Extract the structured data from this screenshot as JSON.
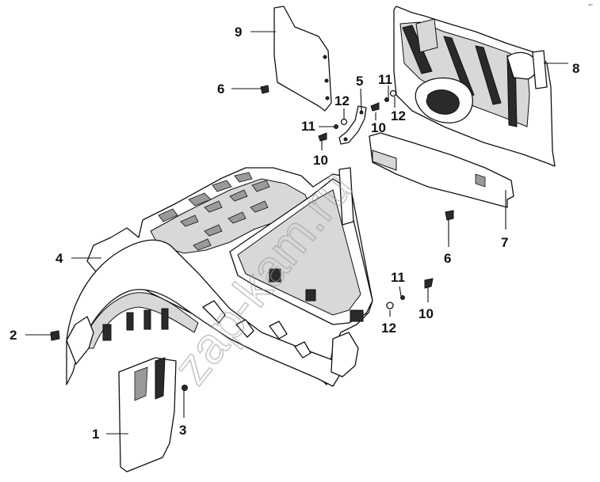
{
  "diagram": {
    "callouts": [
      {
        "id": "c1",
        "label": "1"
      },
      {
        "id": "c2",
        "label": "2"
      },
      {
        "id": "c3",
        "label": "3"
      },
      {
        "id": "c4",
        "label": "4"
      },
      {
        "id": "c5",
        "label": "5"
      },
      {
        "id": "c6a",
        "label": "6"
      },
      {
        "id": "c6b",
        "label": "6"
      },
      {
        "id": "c7",
        "label": "7"
      },
      {
        "id": "c8",
        "label": "8"
      },
      {
        "id": "c9",
        "label": "9"
      },
      {
        "id": "c10a",
        "label": "10"
      },
      {
        "id": "c10b",
        "label": "10"
      },
      {
        "id": "c10c",
        "label": "10"
      },
      {
        "id": "c11a",
        "label": "11"
      },
      {
        "id": "c11b",
        "label": "11"
      },
      {
        "id": "c11c",
        "label": "11"
      },
      {
        "id": "c12a",
        "label": "12"
      },
      {
        "id": "c12b",
        "label": "12"
      },
      {
        "id": "c12c",
        "label": "12"
      }
    ],
    "watermark": "zap-kam.ru",
    "corner_mark": "⌐"
  }
}
